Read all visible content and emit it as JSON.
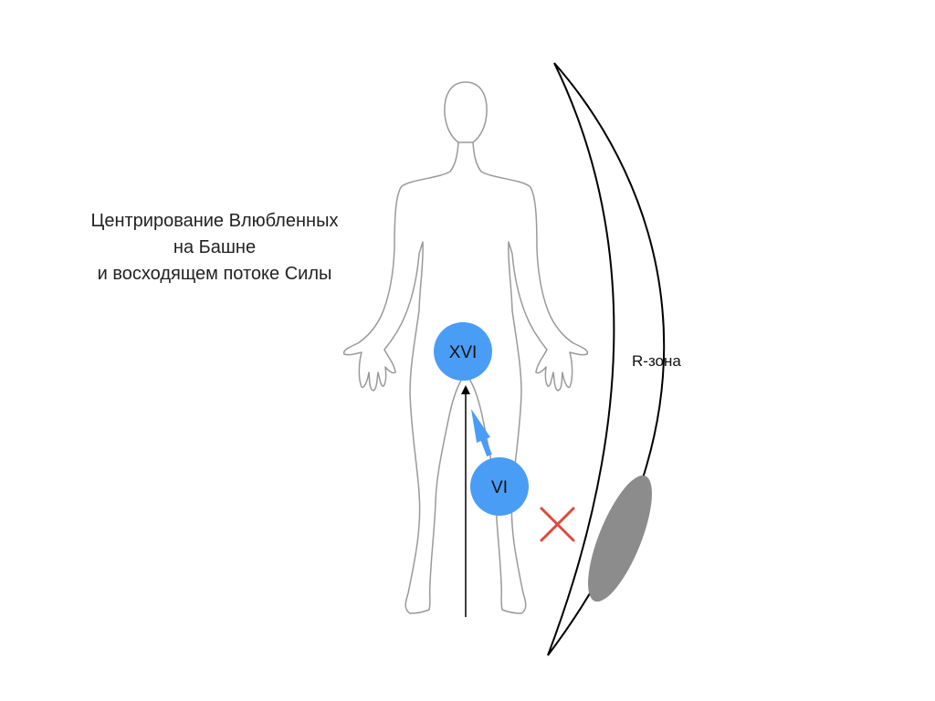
{
  "caption": {
    "line1": "Центрирование Влюбленных",
    "line2": "на Башне",
    "line3": "и восходящем потоке Силы"
  },
  "zone": {
    "label": "R-зона",
    "shadow_color": "#8c8c8c"
  },
  "nodes": {
    "upper": {
      "label": "XVI"
    },
    "lower": {
      "label": "VI"
    }
  },
  "colors": {
    "node_fill": "#4a9df5",
    "cross": "#e0483a",
    "outline": "#000000",
    "figure_outline": "#9a9a9a"
  },
  "icons": {
    "blocked_mark": "red-cross-icon",
    "figure": "human-silhouette"
  }
}
